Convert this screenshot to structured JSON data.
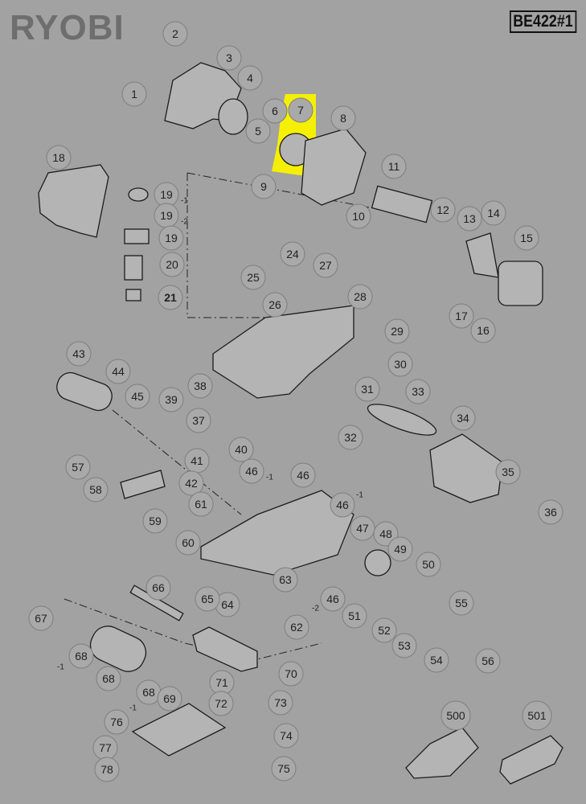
{
  "brand": "RYOBI",
  "model": "BE422#1",
  "highlight_color": "#f5f000",
  "highlighted_part": "7",
  "callouts": [
    {
      "label": "1"
    },
    {
      "label": "2"
    },
    {
      "label": "3"
    },
    {
      "label": "4"
    },
    {
      "label": "5"
    },
    {
      "label": "6"
    },
    {
      "label": "7"
    },
    {
      "label": "8"
    },
    {
      "label": "9"
    },
    {
      "label": "10"
    },
    {
      "label": "11"
    },
    {
      "label": "12"
    },
    {
      "label": "13"
    },
    {
      "label": "14"
    },
    {
      "label": "15"
    },
    {
      "label": "16"
    },
    {
      "label": "17"
    },
    {
      "label": "18"
    },
    {
      "label": "19",
      "suffix": "-1"
    },
    {
      "label": "19",
      "suffix": "-2"
    },
    {
      "label": "19"
    },
    {
      "label": "20"
    },
    {
      "label": "21"
    },
    {
      "label": "24"
    },
    {
      "label": "25"
    },
    {
      "label": "26"
    },
    {
      "label": "27"
    },
    {
      "label": "28"
    },
    {
      "label": "29"
    },
    {
      "label": "30"
    },
    {
      "label": "31"
    },
    {
      "label": "32"
    },
    {
      "label": "33"
    },
    {
      "label": "34"
    },
    {
      "label": "35"
    },
    {
      "label": "36"
    },
    {
      "label": "37"
    },
    {
      "label": "38"
    },
    {
      "label": "39"
    },
    {
      "label": "40"
    },
    {
      "label": "41"
    },
    {
      "label": "42"
    },
    {
      "label": "43"
    },
    {
      "label": "44"
    },
    {
      "label": "45"
    },
    {
      "label": "46",
      "suffix": "-1"
    },
    {
      "label": "46"
    },
    {
      "label": "46",
      "suffix": "-1"
    },
    {
      "label": "46",
      "suffix": "-2"
    },
    {
      "label": "47"
    },
    {
      "label": "48"
    },
    {
      "label": "49"
    },
    {
      "label": "50"
    },
    {
      "label": "51"
    },
    {
      "label": "52"
    },
    {
      "label": "53"
    },
    {
      "label": "54"
    },
    {
      "label": "55"
    },
    {
      "label": "56"
    },
    {
      "label": "57"
    },
    {
      "label": "58"
    },
    {
      "label": "59"
    },
    {
      "label": "60"
    },
    {
      "label": "61"
    },
    {
      "label": "62"
    },
    {
      "label": "63"
    },
    {
      "label": "64"
    },
    {
      "label": "65"
    },
    {
      "label": "66"
    },
    {
      "label": "67"
    },
    {
      "label": "68",
      "suffix": "-1"
    },
    {
      "label": "68"
    },
    {
      "label": "68",
      "suffix": "-1"
    },
    {
      "label": "69"
    },
    {
      "label": "70"
    },
    {
      "label": "71"
    },
    {
      "label": "72"
    },
    {
      "label": "73"
    },
    {
      "label": "74"
    },
    {
      "label": "75"
    },
    {
      "label": "76"
    },
    {
      "label": "77"
    },
    {
      "label": "78"
    },
    {
      "label": "500"
    },
    {
      "label": "501"
    }
  ]
}
